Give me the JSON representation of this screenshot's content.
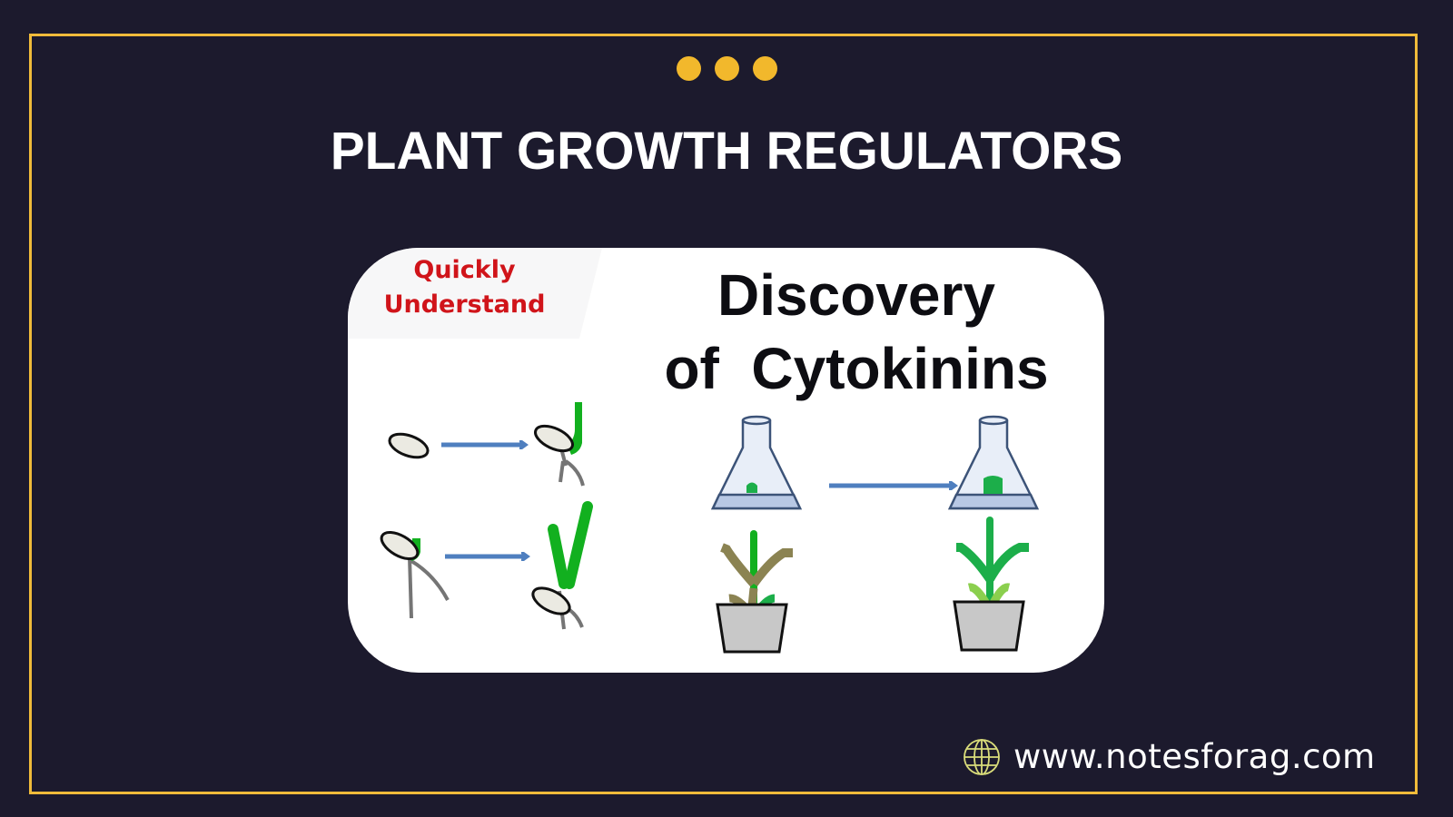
{
  "header": {
    "dots_count": 3,
    "title": "PLANT GROWTH REGULATORS"
  },
  "card": {
    "tab_line1": "Quickly",
    "tab_line2": "Understand",
    "heading_line1": "Discovery",
    "heading_line2": "of  Cytokinins"
  },
  "footer": {
    "icon": "globe-icon",
    "url": "www.notesforag.com"
  },
  "colors": {
    "background": "#1c1a2d",
    "frame_border": "#f0bb3a",
    "dots": "#f2b82c",
    "tab_text": "#d0141a",
    "arrow": "#4f7fbf",
    "shoot_green": "#10b020",
    "callus_green": "#1cae4a"
  }
}
